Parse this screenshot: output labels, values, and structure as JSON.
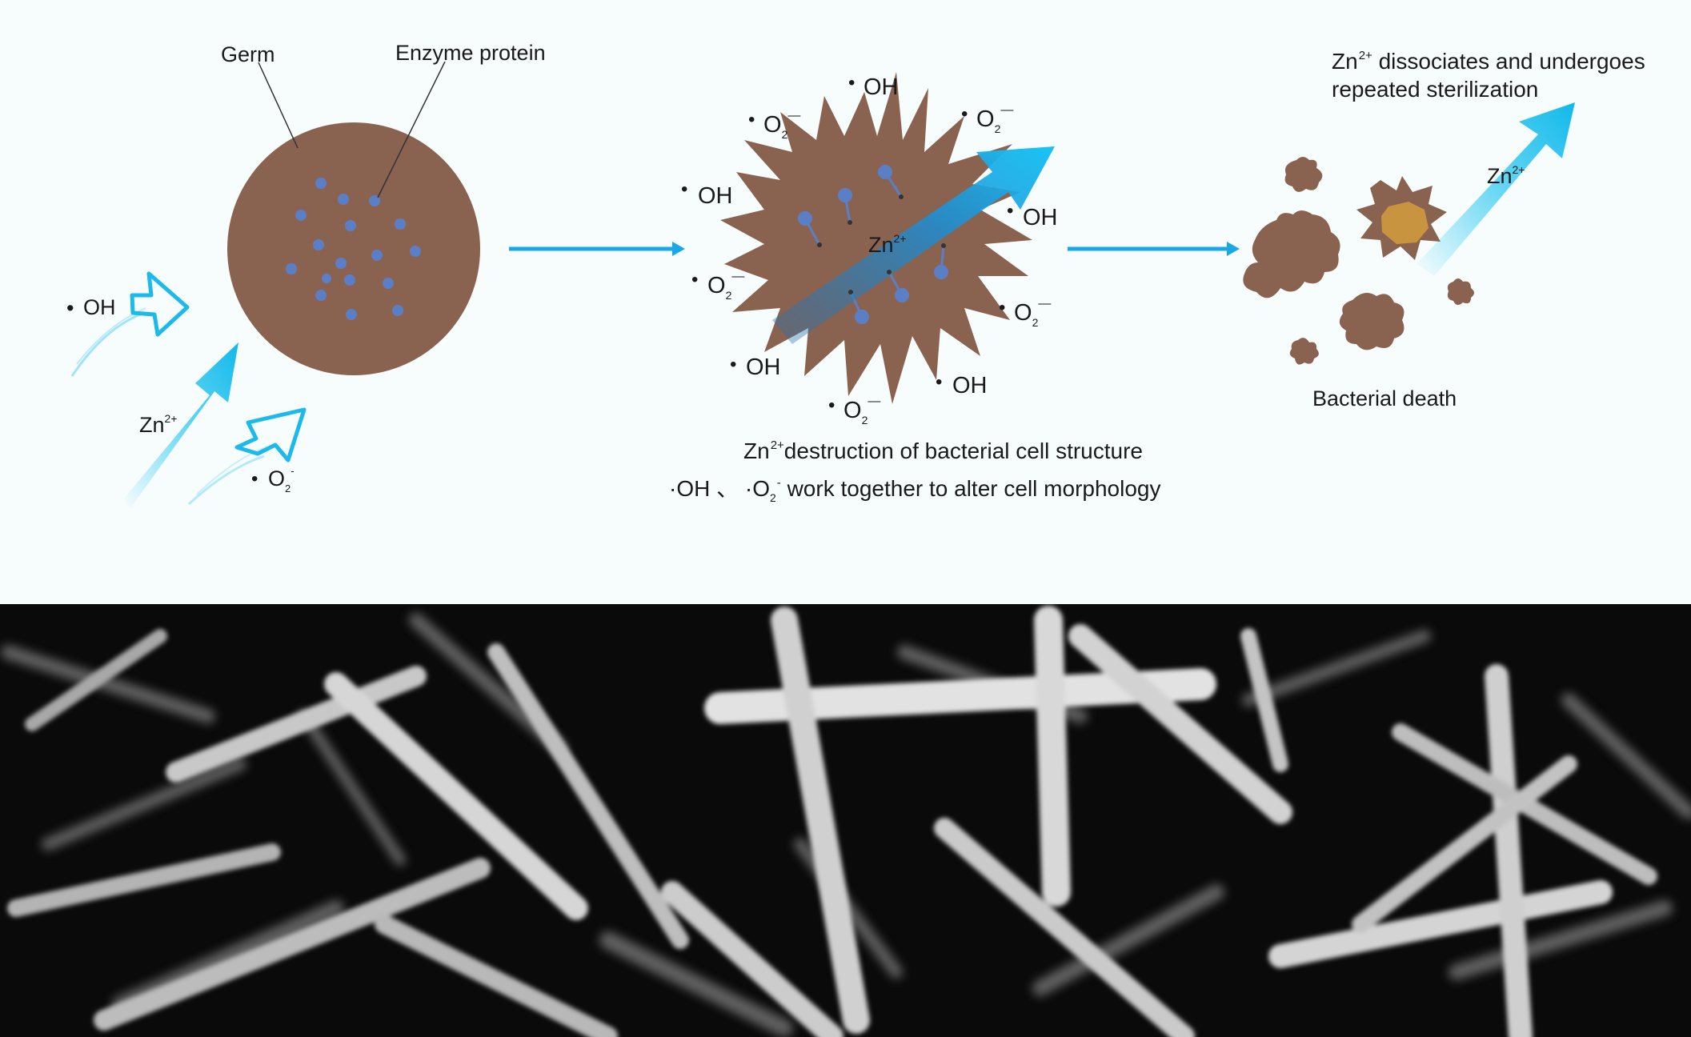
{
  "left": {
    "germ_label": "Germ",
    "enzyme_label": "Enzyme protein",
    "radical_oh": "OH",
    "zn_base": "Zn",
    "zn_charge": "2+",
    "o2_base": "O",
    "o2_sub": "2",
    "o2_charge": "-"
  },
  "middle": {
    "zn_base": "Zn",
    "zn_charge": "2+",
    "radical_oh": "OH",
    "o2_base": "O",
    "o2_sub": "2",
    "o2_charge": "—",
    "caption_line1_base": "Zn",
    "caption_line1_charge": "2+",
    "caption_line1_text": "destruction of bacterial cell structure",
    "caption_line2_oh": "·OH 、 ·O",
    "caption_line2_sub": "2",
    "caption_line2_charge": "-",
    "caption_line2_text": " work together to alter cell morphology"
  },
  "right": {
    "title_base": "Zn",
    "title_charge": "2+",
    "title_rest": " dissociates and undergoes",
    "title_line2": "repeated sterilization",
    "arrow_zn_base": "Zn",
    "arrow_zn_charge": "2+",
    "death_label": "Bacterial death"
  },
  "colors": {
    "bacterium": "#8a6250",
    "enzyme": "#5b7fc7",
    "arrow_cyan": "#1cc3ee",
    "flow_arrow": "#1aa7e6",
    "core_orange": "#c9943f",
    "sem_bg": "#0a0a0a"
  }
}
